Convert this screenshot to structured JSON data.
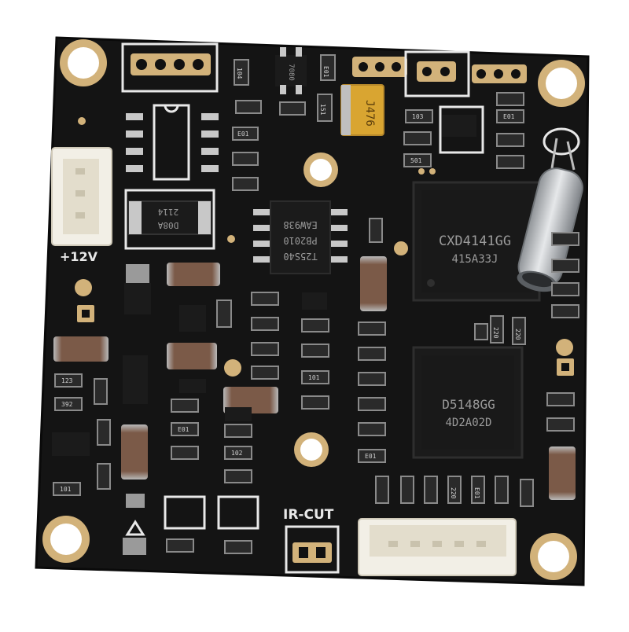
{
  "colors": {
    "background": "#ffffff",
    "board": "#121212",
    "silkscreen": "#e8e8e8",
    "gold": "#d2b27a",
    "chip": "#1b1b1b",
    "chip_text": "#9a9a9a",
    "connector": "#f2efe6",
    "resistor": "#2a2a2a",
    "capacitor": "#8a6a55",
    "tantalum": "#d9a531",
    "crystal": "#c4c6c8"
  },
  "labels": {
    "power": "+12V",
    "ircut": "IR-CUT"
  },
  "chips": {
    "isp": [
      "CXD4141GG",
      "415A33J"
    ],
    "dsp": [
      "D5148GG",
      "4D2A02D"
    ],
    "flash": [
      "T25S40",
      "PB2010",
      "EAW938"
    ],
    "tantalum": "J476",
    "regulator": "2114",
    "regulator_code": "D08A"
  },
  "markings": {
    "m104": "104",
    "m103": "103",
    "m501": "501",
    "m123": "123",
    "m392": "392",
    "m101": "101",
    "m102": "102",
    "m220": "220",
    "e01": "E01",
    "m151": "151",
    "m7080": "7080"
  }
}
